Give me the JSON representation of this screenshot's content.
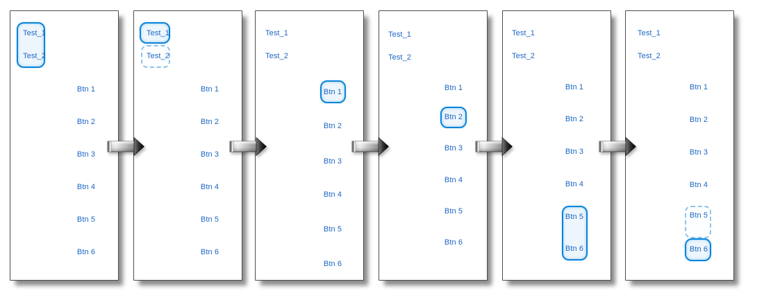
{
  "colors": {
    "canvas_bg": "#ffffff",
    "panel_bg": "#ffffff",
    "panel_border": "#4b4b4b",
    "label_text": "#1c66c4",
    "focus_ring": "#0a84d8",
    "focus_ring_fill": "#eef6fd",
    "tentative_ring": "#8ec3ea",
    "arrow_shaft_light": "#efefef",
    "arrow_shaft_dark": "#909090",
    "arrow_head": "#0a0a0a"
  },
  "flow": {
    "arrow_icon": "flow-arrow-right-icon",
    "arrow_count": 5,
    "direction": "right"
  },
  "screens": [
    {
      "test_buttons": [
        "Test_1",
        "Test_2"
      ],
      "buttons": [
        "Btn 1",
        "Btn 2",
        "Btn 3",
        "Btn 4",
        "Btn 5",
        "Btn 6"
      ],
      "focus": {
        "solid": [
          "Test_1",
          "Test_2"
        ],
        "dashed": []
      }
    },
    {
      "test_buttons": [
        "Test_1",
        "Test_2"
      ],
      "buttons": [
        "Btn 1",
        "Btn 2",
        "Btn 3",
        "Btn 4",
        "Btn 5",
        "Btn 6"
      ],
      "focus": {
        "solid": [
          "Test_1"
        ],
        "dashed": [
          "Test_2"
        ]
      }
    },
    {
      "test_buttons": [
        "Test_1",
        "Test_2"
      ],
      "buttons": [
        "Btn 1",
        "Btn 2",
        "Btn 3",
        "Btn 4",
        "Btn 5",
        "Btn 6"
      ],
      "focus": {
        "solid": [
          "Btn 1"
        ],
        "dashed": []
      }
    },
    {
      "test_buttons": [
        "Test_1",
        "Test_2"
      ],
      "buttons": [
        "Btn 1",
        "Btn 2",
        "Btn 3",
        "Btn 4",
        "Btn 5",
        "Btn 6"
      ],
      "focus": {
        "solid": [
          "Btn 2"
        ],
        "dashed": []
      }
    },
    {
      "test_buttons": [
        "Test_1",
        "Test_2"
      ],
      "buttons": [
        "Btn 1",
        "Btn 2",
        "Btn 3",
        "Btn 4",
        "Btn 5",
        "Btn 6"
      ],
      "focus": {
        "solid": [
          "Btn 5",
          "Btn 6"
        ],
        "dashed": []
      }
    },
    {
      "test_buttons": [
        "Test_1",
        "Test_2"
      ],
      "buttons": [
        "Btn 1",
        "Btn 2",
        "Btn 3",
        "Btn 4",
        "Btn 5",
        "Btn 6"
      ],
      "focus": {
        "solid": [
          "Btn 6"
        ],
        "dashed": [
          "Btn 5"
        ]
      }
    }
  ]
}
